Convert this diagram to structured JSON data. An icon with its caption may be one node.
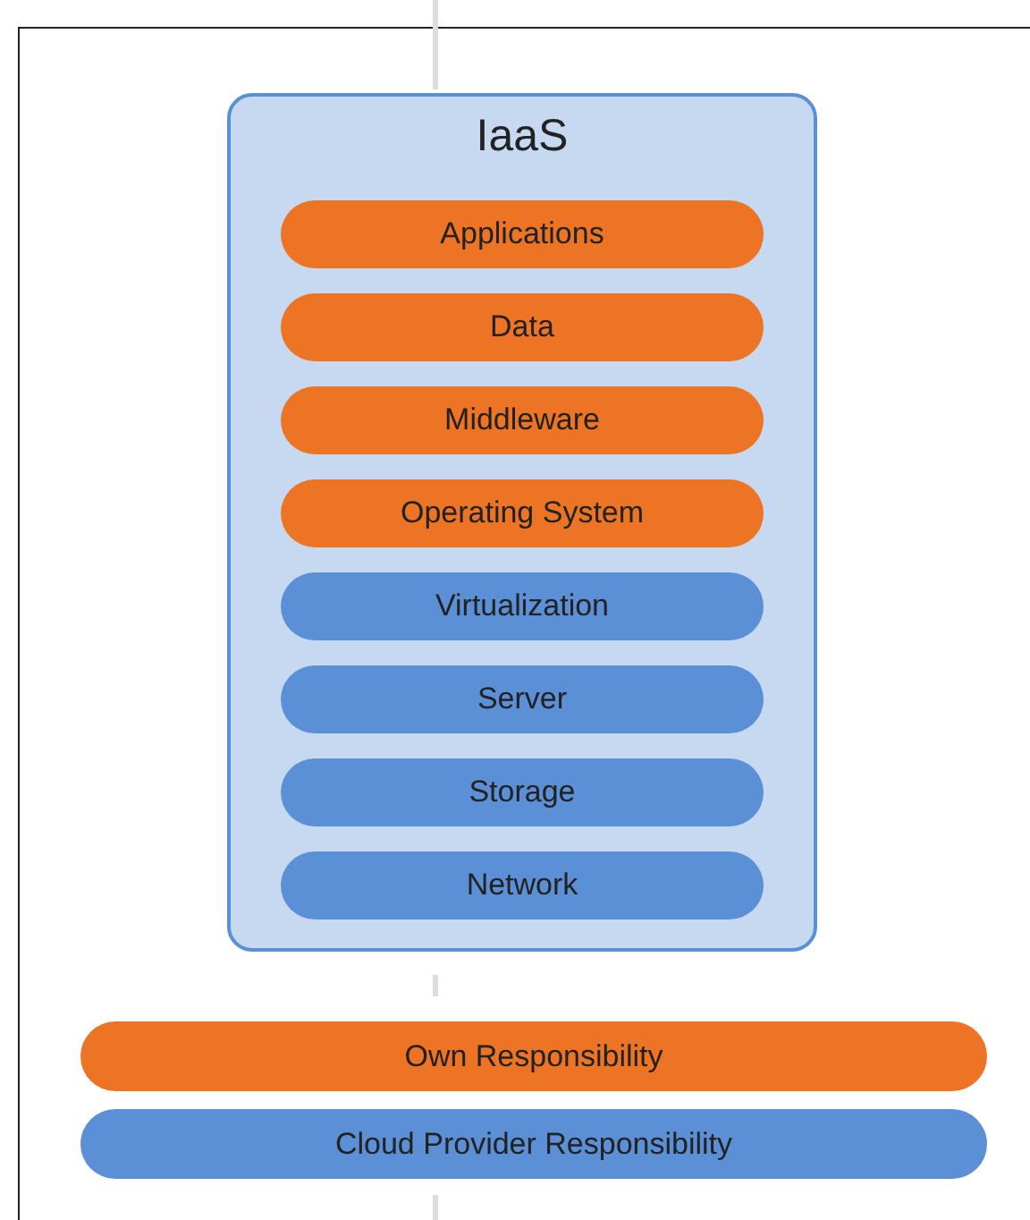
{
  "diagram": {
    "nodes": [
      {
        "text": [
          "IaaS"
        ]
      },
      {
        "text": [
          "Applications"
        ],
        "in": 0
      },
      {
        "text": [
          "Data"
        ],
        "in": 0
      },
      {
        "text": [
          "Middleware"
        ],
        "in": 0
      },
      {
        "text": [
          "Operating System"
        ],
        "in": 0
      },
      {
        "text": [
          "Virtualization"
        ],
        "in": 0
      },
      {
        "text": [
          "Server"
        ],
        "in": 0
      },
      {
        "text": [
          "Storage"
        ],
        "in": 0
      },
      {
        "text": [
          "Network"
        ],
        "in": 0
      }
    ],
    "edges": [],
    "legend": [
      {
        "text": "Own Responsibility",
        "color": "#ec7424"
      },
      {
        "text": "Cloud Provider Responsibility",
        "color": "#5b8fd6"
      }
    ]
  }
}
